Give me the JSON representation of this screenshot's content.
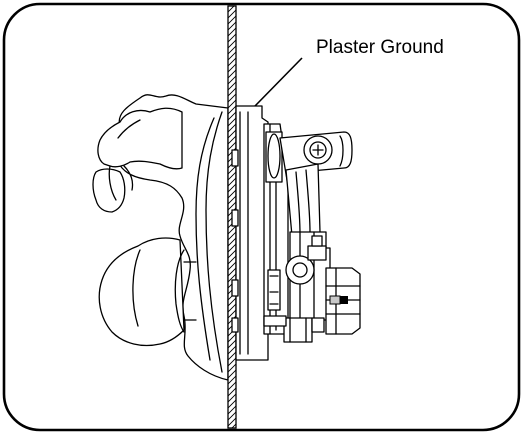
{
  "diagram": {
    "callout_label": "Plaster Ground",
    "colors": {
      "line": "#000000",
      "background": "#ffffff",
      "wall_fill": "#ffffff",
      "shade": "#c8c8c8"
    },
    "parts": [
      "frame",
      "wall-section",
      "plaster-ground",
      "faucet-handle",
      "knob-handle",
      "valve-body",
      "supply-port",
      "outlet-port"
    ]
  }
}
